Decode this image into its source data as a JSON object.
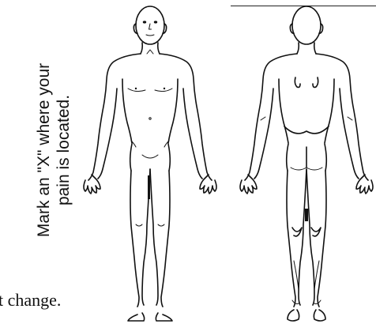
{
  "instruction": {
    "line1": "Mark an \"X\" where your",
    "line2": "pain is located."
  },
  "trailing_text": "t change.",
  "figures": {
    "front_icon": "body-front-view-icon",
    "back_icon": "body-back-view-icon"
  }
}
